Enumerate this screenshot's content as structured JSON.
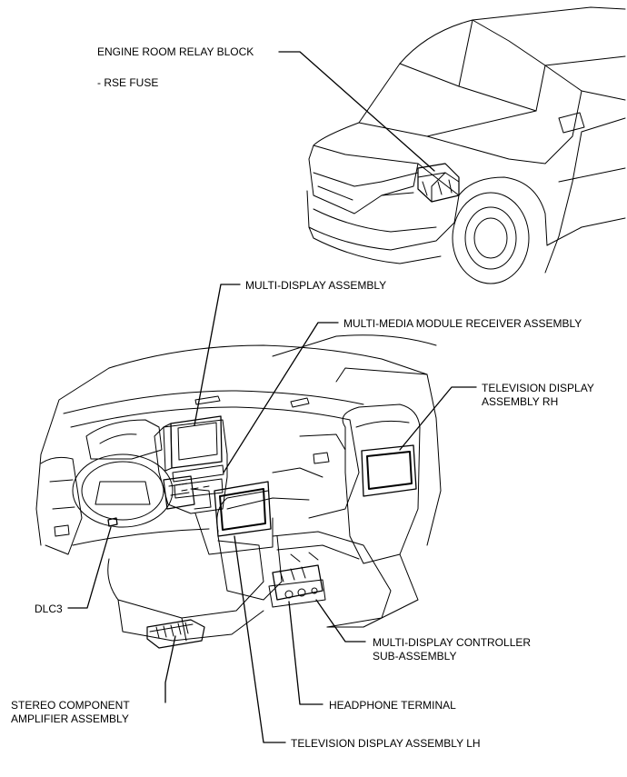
{
  "labels": {
    "engine_room_relay_block": "ENGINE ROOM RELAY BLOCK",
    "rse_fuse": "- RSE FUSE",
    "multi_display_assembly": "MULTI-DISPLAY ASSEMBLY",
    "multi_media_module_receiver_assembly": "MULTI-MEDIA MODULE RECEIVER ASSEMBLY",
    "television_display_rh_line1": "TELEVISION DISPLAY",
    "television_display_rh_line2": "ASSEMBLY RH",
    "dlc3": "DLC3",
    "multi_display_controller_line1": "MULTI-DISPLAY CONTROLLER",
    "multi_display_controller_line2": "SUB-ASSEMBLY",
    "stereo_amplifier_line1": "STEREO COMPONENT",
    "stereo_amplifier_line2": "AMPLIFIER ASSEMBLY",
    "headphone_terminal": "HEADPHONE TERMINAL",
    "television_display_lh": "TELEVISION DISPLAY ASSEMBLY LH"
  }
}
